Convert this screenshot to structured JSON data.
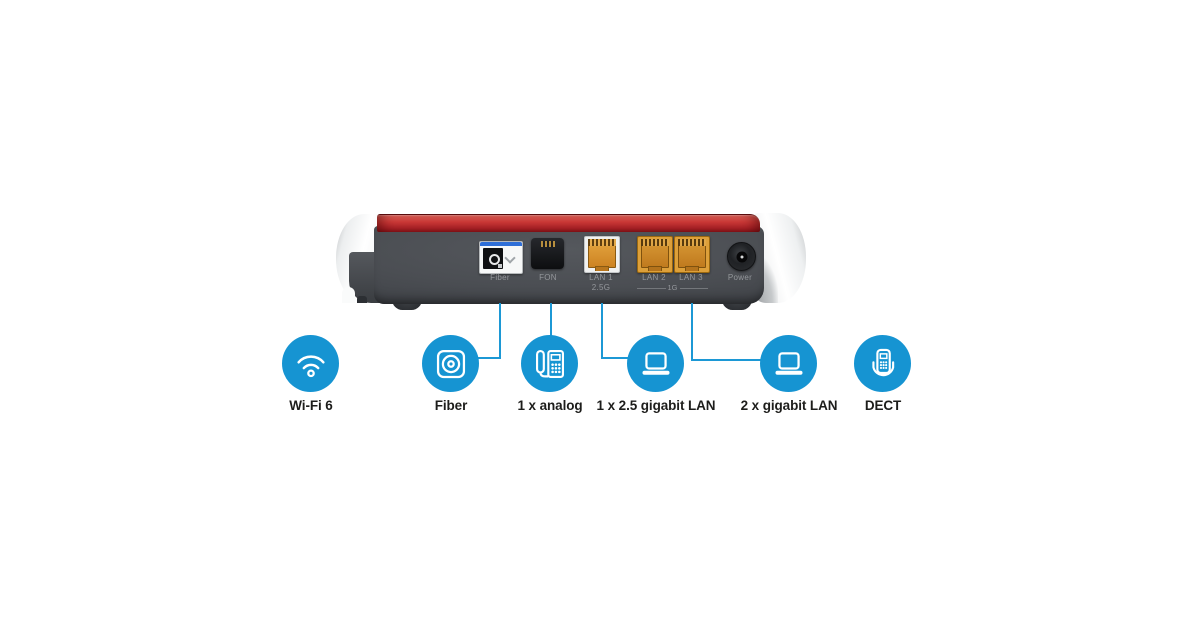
{
  "canvas": {
    "background": "#ffffff"
  },
  "colors": {
    "accent_blue": "#1694d2",
    "connector_blue": "#1c98d5",
    "brand_red": "#c03033",
    "body_gray": "#4b4e53",
    "port_label_gray": "#94979b"
  },
  "device": {
    "port_labels": {
      "fiber": "Fiber",
      "fon": "FON",
      "lan1": "LAN 1",
      "lan1_speed": "2.5G",
      "lan2": "LAN 2",
      "lan3": "LAN 3",
      "lan23_speed": "1G",
      "power": "Power"
    }
  },
  "features": [
    {
      "label": "Wi-Fi 6",
      "icon": "wifi-icon"
    },
    {
      "label": "Fiber",
      "icon": "fiber-socket-icon"
    },
    {
      "label": "1 x analog",
      "icon": "analog-phone-icon"
    },
    {
      "label": "1 x 2.5 gigabit LAN",
      "icon": "laptop-icon"
    },
    {
      "label": "2 x gigabit LAN",
      "icon": "laptop-icon"
    },
    {
      "label": "DECT",
      "icon": "dect-phone-icon"
    }
  ]
}
